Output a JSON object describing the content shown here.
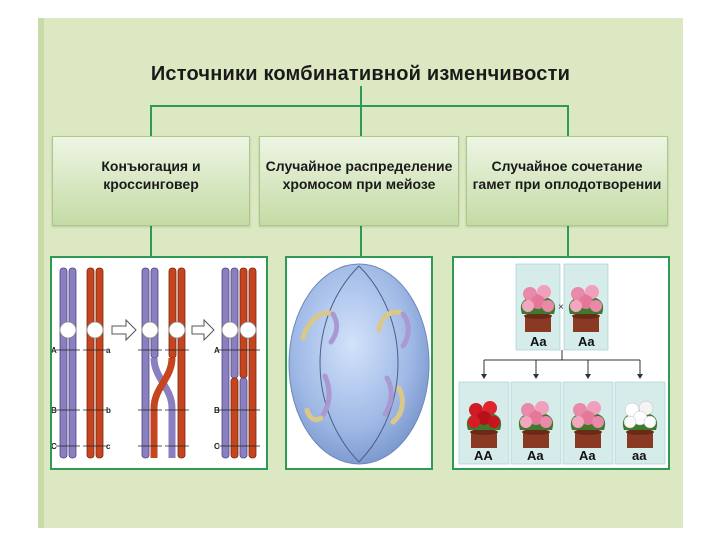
{
  "title": "Источники комбинативной изменчивости",
  "boxes": [
    {
      "line1": "Конъюгация и",
      "line2": "кроссинговер"
    },
    {
      "line1": "Случайное распределение",
      "line2": "хромосом при мейозе"
    },
    {
      "line1": "Случайное сочетание",
      "line2": "гамет при оплодотворении"
    }
  ],
  "genes": {
    "A": "A",
    "B": "B",
    "C": "C",
    "a": "a",
    "b": "b",
    "c": "c"
  },
  "parents": {
    "left": "Aa",
    "cross": "×",
    "right": "Aa"
  },
  "offspring": [
    "AA",
    "Aa",
    "Aa",
    "aa"
  ],
  "colors": {
    "accent": "#2f9a56",
    "background": "#dbe8c2",
    "maternal": "#c4451f",
    "paternal": "#8a7fc0",
    "cell": "#9fb9e6"
  },
  "icons": {
    "arrow": "arrow-right-icon",
    "flower": "flower-pot-icon"
  }
}
